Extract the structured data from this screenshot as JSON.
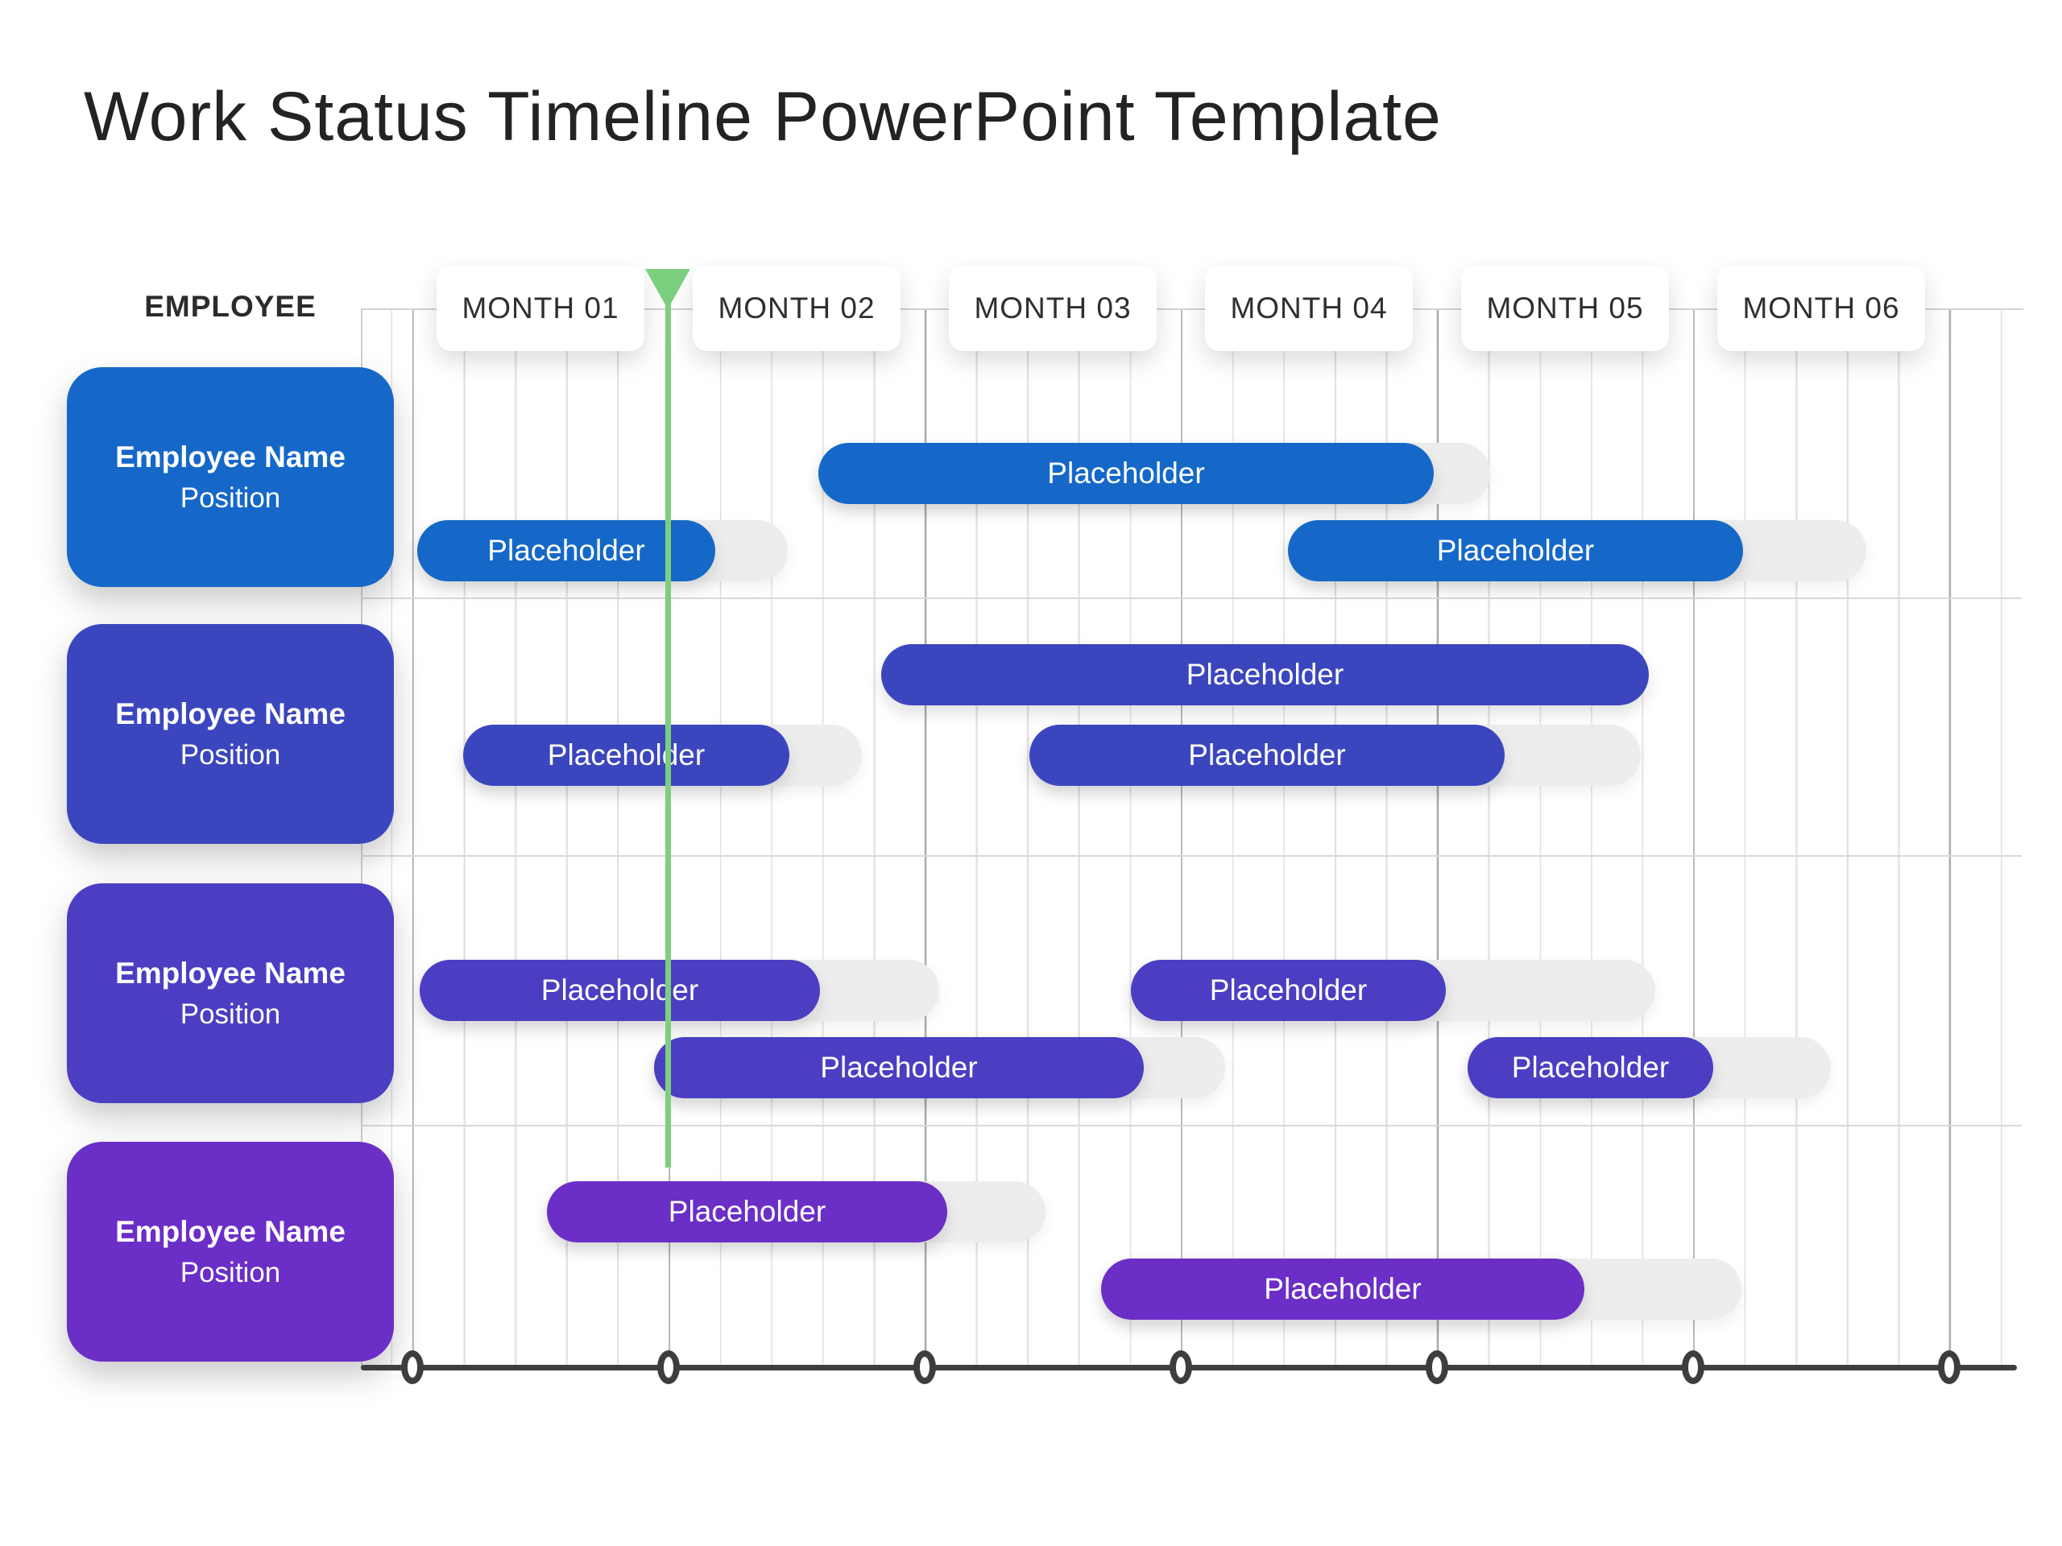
{
  "title": "Work Status Timeline PowerPoint Template",
  "employee_column_header": "EMPLOYEE",
  "months": [
    "MONTH 01",
    "MONTH 02",
    "MONTH 03",
    "MONTH 04",
    "MONTH 05",
    "MONTH 06"
  ],
  "colors": {
    "row1": "#1568C8",
    "row2": "#3B46BE",
    "row3": "#4B3EC2",
    "row4": "#6B2EC7",
    "track_gray": "#EDEDED",
    "today_marker_green": "#7CCF7E",
    "axis_dark": "#3F3F3F"
  },
  "rows": [
    {
      "employee": {
        "name": "Employee Name",
        "position": "Position"
      },
      "color": "#1568C8",
      "bars": [
        {
          "label": "Placeholder"
        },
        {
          "label": "Placeholder"
        },
        {
          "label": "Placeholder"
        }
      ]
    },
    {
      "employee": {
        "name": "Employee Name",
        "position": "Position"
      },
      "color": "#3B46BE",
      "bars": [
        {
          "label": "Placeholder"
        },
        {
          "label": "Placeholder"
        },
        {
          "label": "Placeholder"
        }
      ]
    },
    {
      "employee": {
        "name": "Employee Name",
        "position": "Position"
      },
      "color": "#4B3EC2",
      "bars": [
        {
          "label": "Placeholder"
        },
        {
          "label": "Placeholder"
        },
        {
          "label": "Placeholder"
        },
        {
          "label": "Placeholder"
        }
      ]
    },
    {
      "employee": {
        "name": "Employee Name",
        "position": "Position"
      },
      "color": "#6B2EC7",
      "bars": [
        {
          "label": "Placeholder"
        },
        {
          "label": "Placeholder"
        }
      ]
    }
  ],
  "chart_data": {
    "type": "bar",
    "subtype": "gantt-timeline",
    "title": "Work Status Timeline PowerPoint Template",
    "x_categories": [
      "MONTH 01",
      "MONTH 02",
      "MONTH 03",
      "MONTH 04",
      "MONTH 05",
      "MONTH 06"
    ],
    "x_unit": "months",
    "x_range": [
      0,
      6
    ],
    "axis_tick_months": [
      0,
      1,
      2,
      3,
      4,
      5,
      6
    ],
    "grid": "weekly-subdivisions (5 per month)",
    "today_marker_month": 1.0,
    "rows": [
      {
        "employee": "Employee Name",
        "position": "Position",
        "color": "#1568C8",
        "tasks": [
          {
            "label": "Placeholder",
            "start": 1.59,
            "end": 3.99,
            "track_end": 4.21
          },
          {
            "label": "Placeholder",
            "start": 0.02,
            "end": 1.18,
            "track_end": 1.47
          },
          {
            "label": "Placeholder",
            "start": 3.42,
            "end": 5.2,
            "track_end": 5.68
          }
        ]
      },
      {
        "employee": "Employee Name",
        "position": "Position",
        "color": "#3B46BE",
        "tasks": [
          {
            "label": "Placeholder",
            "start": 1.83,
            "end": 4.83,
            "track_end": 4.83
          },
          {
            "label": "Placeholder",
            "start": 0.2,
            "end": 1.47,
            "track_end": 1.75
          },
          {
            "label": "Placeholder",
            "start": 2.41,
            "end": 4.26,
            "track_end": 4.8
          }
        ]
      },
      {
        "employee": "Employee Name",
        "position": "Position",
        "color": "#4B3EC2",
        "tasks": [
          {
            "label": "Placeholder",
            "start": 0.03,
            "end": 1.59,
            "track_end": 2.06
          },
          {
            "label": "Placeholder",
            "start": 2.81,
            "end": 4.04,
            "track_end": 4.85
          },
          {
            "label": "Placeholder",
            "start": 0.94,
            "end": 2.86,
            "track_end": 3.17
          },
          {
            "label": "Placeholder",
            "start": 4.12,
            "end": 5.08,
            "track_end": 5.54
          }
        ]
      },
      {
        "employee": "Employee Name",
        "position": "Position",
        "color": "#6B2EC7",
        "tasks": [
          {
            "label": "Placeholder",
            "start": 0.53,
            "end": 2.09,
            "track_end": 2.47
          },
          {
            "label": "Placeholder",
            "start": 2.69,
            "end": 4.58,
            "track_end": 5.19
          }
        ]
      }
    ]
  }
}
